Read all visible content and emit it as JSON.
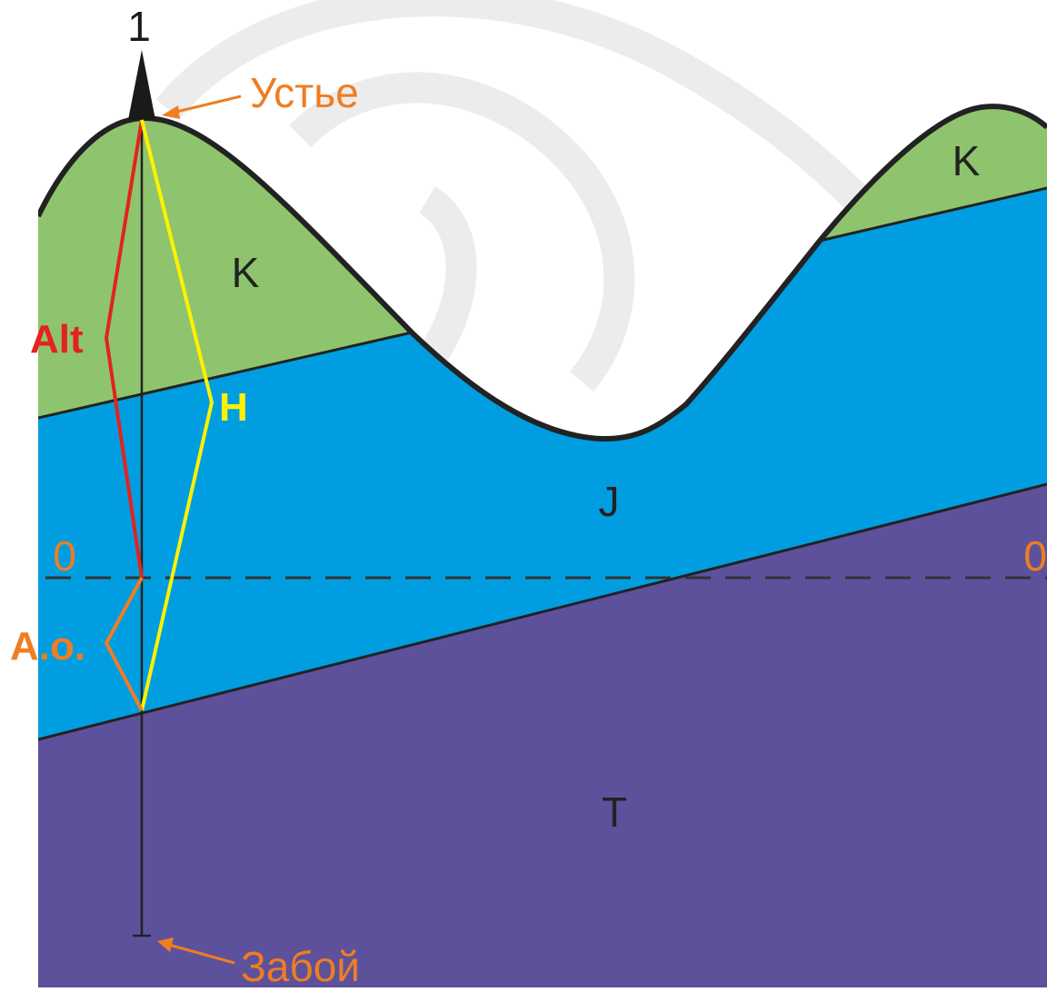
{
  "well": {
    "number": "1",
    "mouth_label": "Устье",
    "bottom_label": "Забой"
  },
  "layers": [
    {
      "id": "K",
      "label": "K",
      "color": "#8fc46e"
    },
    {
      "id": "J",
      "label": "J",
      "color": "#009ee0"
    },
    {
      "id": "T",
      "label": "T",
      "color": "#5d519c"
    }
  ],
  "layer_labels": {
    "k_left": "K",
    "k_right": "K",
    "j": "J",
    "t": "T"
  },
  "zero_level": {
    "left_label": "0",
    "right_label": "0"
  },
  "measures": [
    {
      "id": "alt",
      "label": "Alt",
      "color": "#e3231e"
    },
    {
      "id": "h",
      "label": "H",
      "color": "#fff200"
    },
    {
      "id": "ao",
      "label": "A.o.",
      "color": "#ef7d22"
    }
  ],
  "colors": {
    "outline": "#222222",
    "annotation": "#ef7d22",
    "watermark": "#e6e6e6"
  }
}
